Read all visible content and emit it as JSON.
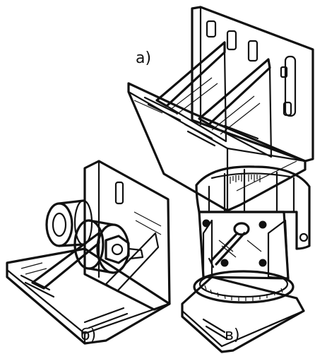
{
  "labels": {
    "a": "а)",
    "b": "б)",
    "v": "в)"
  },
  "colors": {
    "ink": "#111111",
    "background": "#ffffff"
  }
}
